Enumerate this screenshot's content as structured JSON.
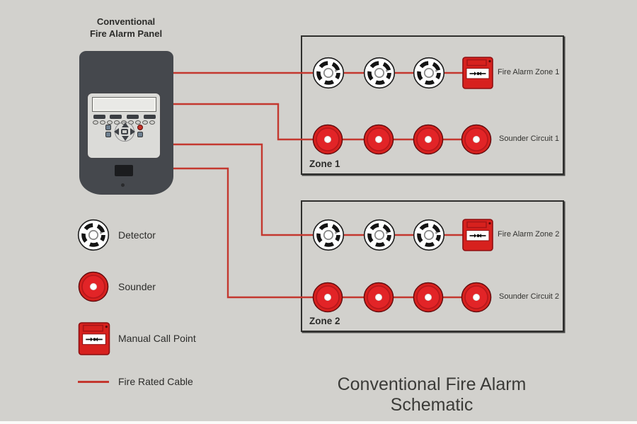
{
  "colors": {
    "background": "#d2d1cd",
    "panel": "#45484d",
    "panel_face": "#dbdbd8",
    "red": "#d7211e",
    "red_bright": "#e22427",
    "red_dark": "#8e1012",
    "cable": "#c4382f",
    "box_border": "#2f2f2d",
    "text": "#2c2c2a",
    "label": "#333330"
  },
  "panel": {
    "label_line1": "Conventional",
    "label_line2": "Fire Alarm Panel"
  },
  "zones": [
    {
      "name": "Zone 1",
      "fire_label": "Fire Alarm Zone 1",
      "sounder_label": "Sounder Circuit 1",
      "detector_count": 3,
      "sounder_count": 4,
      "call_point_count": 1
    },
    {
      "name": "Zone 2",
      "fire_label": "Fire Alarm Zone 2",
      "sounder_label": "Sounder Circuit 2",
      "detector_count": 3,
      "sounder_count": 4,
      "call_point_count": 1
    }
  ],
  "legend": {
    "items": [
      {
        "label": "Detector",
        "icon": "detector-icon"
      },
      {
        "label": "Sounder",
        "icon": "sounder-icon"
      },
      {
        "label": "Manual Call Point",
        "icon": "manual-call-point-icon"
      },
      {
        "label": "Fire Rated Cable",
        "icon": "fire-rated-cable-icon"
      }
    ]
  },
  "title": "Conventional Fire Alarm Schematic"
}
